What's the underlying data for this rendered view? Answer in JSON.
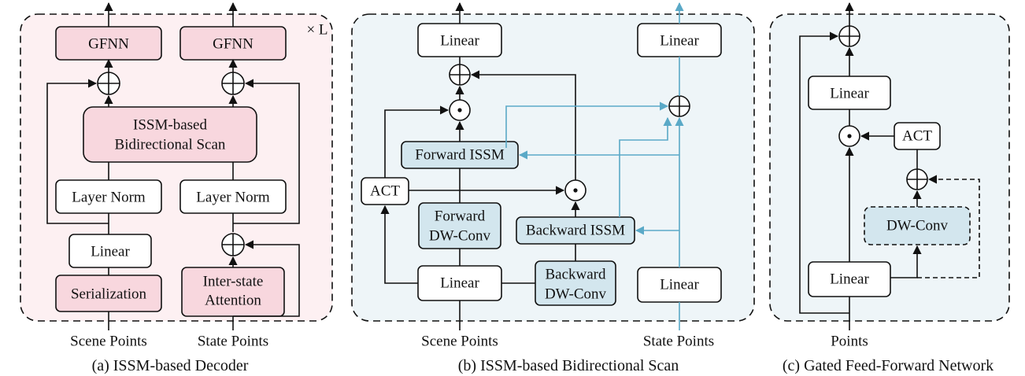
{
  "panel_a": {
    "caption": "(a) ISSM-based Decoder",
    "repeat": "× L",
    "gfnn_left": "GFNN",
    "gfnn_right": "GFNN",
    "issm_line1": "ISSM-based",
    "issm_line2": "Bidirectional Scan",
    "layernorm_left": "Layer Norm",
    "layernorm_right": "Layer Norm",
    "linear": "Linear",
    "serialization": "Serialization",
    "inter_state_line1": "Inter-state",
    "inter_state_line2": "Attention",
    "input_left": "Scene Points",
    "input_right": "State Points"
  },
  "panel_b": {
    "caption": "(b) ISSM-based Bidirectional Scan",
    "linear_top_left": "Linear",
    "linear_top_right": "Linear",
    "forward_issm": "Forward ISSM",
    "act": "ACT",
    "forward_dwconv_line1": "Forward",
    "forward_dwconv_line2": "DW-Conv",
    "backward_issm": "Backward ISSM",
    "linear_bottom": "Linear",
    "backward_dwconv_line1": "Backward",
    "backward_dwconv_line2": "DW-Conv",
    "linear_bottom_right": "Linear",
    "input_left": "Scene Points",
    "input_right": "State Points"
  },
  "panel_c": {
    "caption": "(c) Gated Feed-Forward Network",
    "linear_top": "Linear",
    "act": "ACT",
    "dwconv": "DW-Conv",
    "linear_bottom": "Linear",
    "input": "Points"
  },
  "colors": {
    "pink_fill": "#f8d7de",
    "blue_fill": "#d3e6ee",
    "blue_line": "#5aa9c7"
  }
}
